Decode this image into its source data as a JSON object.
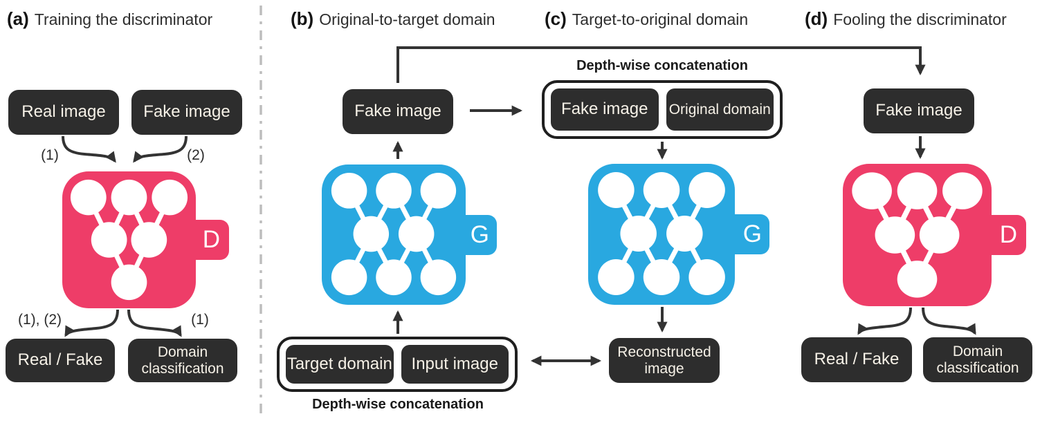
{
  "colors": {
    "discriminator": "#EE3D68",
    "generator": "#29A8E0",
    "box_bg": "#2D2D2D",
    "box_text": "#F6F1E7",
    "arrow": "#333333",
    "divider": "#BDBDBD"
  },
  "panel_a": {
    "marker": "(a)",
    "title": "Training the discriminator",
    "input_left": "Real image",
    "input_right": "Fake image",
    "in_label_left": "(1)",
    "in_label_right": "(2)",
    "network_label": "D",
    "out_label_left": "(1), (2)",
    "out_label_right": "(1)",
    "output_left": "Real / Fake",
    "output_right": "Domain classification"
  },
  "panel_b": {
    "marker": "(b)",
    "title": "Original-to-target domain",
    "fake_image": "Fake image",
    "network_label": "G",
    "concat_left": "Target domain",
    "concat_right": "Input image",
    "caption": "Depth-wise concatenation"
  },
  "panel_c": {
    "marker": "(c)",
    "title": "Target-to-original domain",
    "caption": "Depth-wise concatenation",
    "concat_left": "Fake image",
    "concat_right": "Original domain",
    "network_label": "G",
    "output": "Reconstructed image"
  },
  "panel_d": {
    "marker": "(d)",
    "title": "Fooling the discriminator",
    "fake_image": "Fake image",
    "network_label": "D",
    "output_left": "Real / Fake",
    "output_right": "Domain classification"
  }
}
